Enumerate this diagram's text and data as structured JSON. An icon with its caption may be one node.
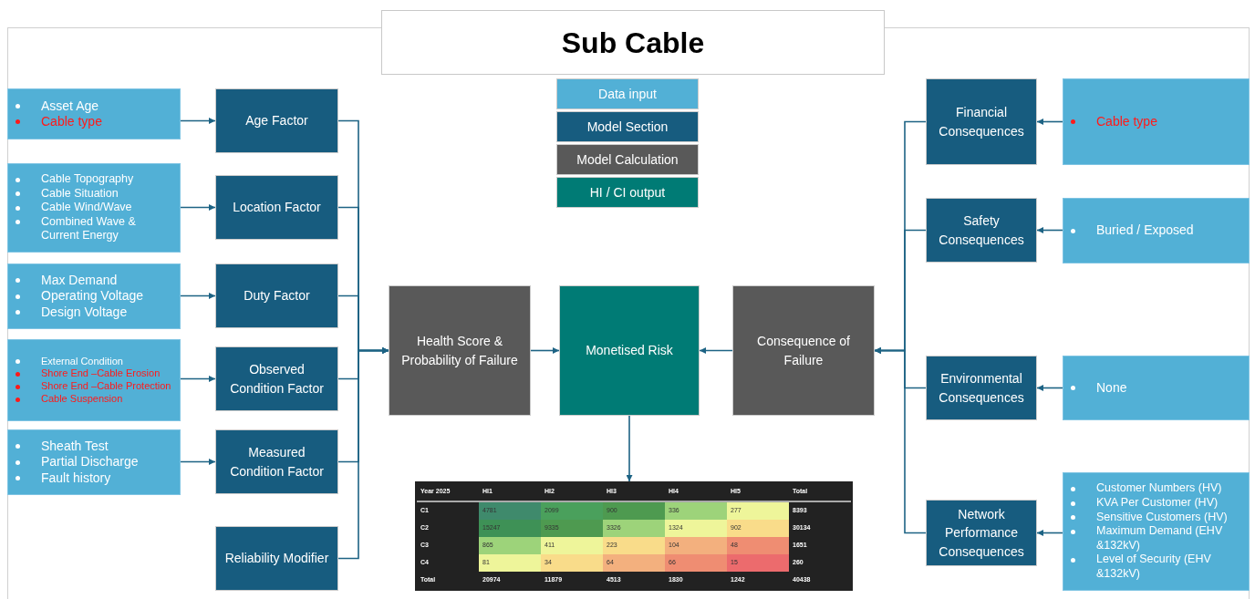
{
  "diagram": {
    "title": "Sub Cable",
    "nodes": [
      {
        "text": [
          "Asset Age",
          "Cable type"
        ]
      },
      {
        "text": [
          "Age Factor"
        ]
      },
      {
        "text": [
          "Cable Topography",
          "Cable Situation",
          "Cable Wind/Wave",
          "Combined Wave & Current Energy"
        ]
      },
      {
        "text": [
          "Location Factor"
        ]
      },
      {
        "text": [
          "Max Demand",
          "Operating Voltage",
          "Design Voltage"
        ]
      },
      {
        "text": [
          "Duty Factor"
        ]
      },
      {
        "text": [
          "External Condition",
          "Shore End –Cable Erosion",
          "Shore End –Cable Protection",
          "Cable Suspension"
        ]
      },
      {
        "text": [
          "Observed Condition Factor"
        ]
      },
      {
        "text": [
          "Sheath Test",
          "Partial Discharge",
          "Fault history"
        ]
      },
      {
        "text": [
          "Measured Condition Factor"
        ]
      },
      {
        "text": [
          "Reliability Modifier"
        ]
      },
      {
        "text": [
          "Health Score & Probability of Failure"
        ]
      },
      {
        "text": [
          "Monetised Risk"
        ]
      },
      {
        "text": [
          "Consequence of Failure"
        ]
      },
      {
        "text": [
          "Financial Consequences"
        ]
      },
      {
        "text": [
          "Cable type"
        ]
      },
      {
        "text": [
          "Safety Consequences"
        ]
      },
      {
        "text": [
          "Buried / Exposed"
        ]
      },
      {
        "text": [
          "Environmental Consequences"
        ]
      },
      {
        "text": [
          "None"
        ]
      },
      {
        "text": [
          "Network Performance Consequences"
        ]
      },
      {
        "text": [
          "Customer Numbers (HV)",
          "KVA Per Customer (HV)",
          "Sensitive Customers (HV)",
          "Maximum Demand (EHV &132kV)",
          "Level of Security (EHV &132kV)"
        ]
      },
      {
        "text": [
          "Year 2025",
          "HI1",
          "HI2",
          "HI3",
          "HI4",
          "HI5",
          "Total",
          "C1",
          "4781",
          "2099",
          "900",
          "336",
          "277",
          "8393",
          "C2",
          "15247",
          "9335",
          "3326",
          "1324",
          "902",
          "30134",
          "C3",
          "865",
          "411",
          "223",
          "104",
          "48",
          "1651",
          "C4",
          "81",
          "34",
          "64",
          "66",
          "15",
          "260",
          "Total",
          "20974",
          "11879",
          "4513",
          "1830",
          "1242",
          "40438"
        ]
      }
    ],
    "edges": [
      {
        "from": 0,
        "to": 1,
        "arrow": "to"
      },
      {
        "from": 2,
        "to": 3,
        "arrow": "to"
      },
      {
        "from": 4,
        "to": 5,
        "arrow": "to"
      },
      {
        "from": 6,
        "to": 7,
        "arrow": "to"
      },
      {
        "from": 8,
        "to": 9,
        "arrow": "to"
      },
      {
        "from": 1,
        "to": 11,
        "arrow": "to"
      },
      {
        "from": 3,
        "to": 11,
        "arrow": "to"
      },
      {
        "from": 5,
        "to": 11,
        "arrow": "to"
      },
      {
        "from": 7,
        "to": 11,
        "arrow": "to"
      },
      {
        "from": 9,
        "to": 11,
        "arrow": "to"
      },
      {
        "from": 10,
        "to": 11,
        "arrow": "to"
      },
      {
        "from": 11,
        "to": 12,
        "arrow": "to"
      },
      {
        "from": 13,
        "to": 12,
        "arrow": "to"
      },
      {
        "from": 14,
        "to": 13,
        "arrow": "to"
      },
      {
        "from": 16,
        "to": 13,
        "arrow": "to"
      },
      {
        "from": 18,
        "to": 13,
        "arrow": "to"
      },
      {
        "from": 20,
        "to": 13,
        "arrow": "to"
      },
      {
        "from": 15,
        "to": 14,
        "arrow": "to"
      },
      {
        "from": 17,
        "to": 16,
        "arrow": "to"
      },
      {
        "from": 19,
        "to": 18,
        "arrow": "to"
      },
      {
        "from": 21,
        "to": 20,
        "arrow": "to"
      },
      {
        "from": 12,
        "to": 22,
        "arrow": "to"
      }
    ],
    "legend": [
      {
        "text": "Data input",
        "color": "#52b0d6"
      },
      {
        "text": "Model Section",
        "color": "#175c7f"
      },
      {
        "text": "Model Calculation",
        "color": "#595959"
      },
      {
        "text": "HI / CI output",
        "color": "#007b75"
      }
    ]
  }
}
